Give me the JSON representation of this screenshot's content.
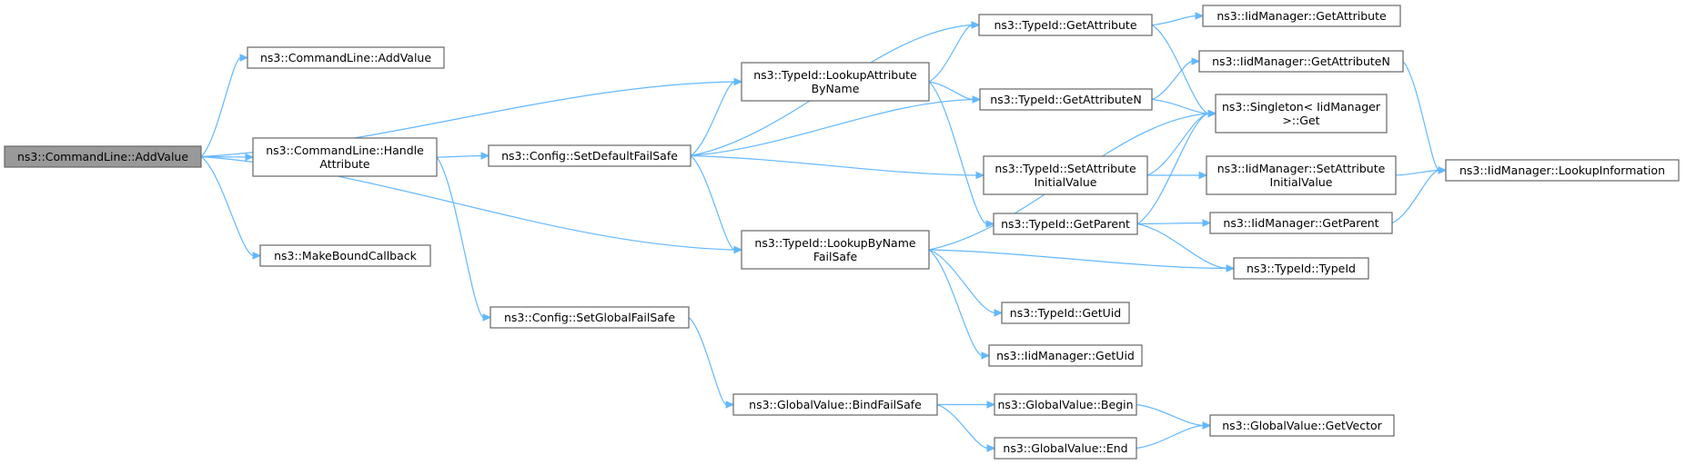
{
  "title": "",
  "colors": {
    "edge": "#63b8ff",
    "node_border": "#666666",
    "root_fill": "#999999",
    "node_fill": "#ffffff"
  },
  "nodes": {
    "root": {
      "lines": [
        "ns3::CommandLine::AddValue"
      ]
    },
    "cl_addvalue2": {
      "lines": [
        "ns3::CommandLine::AddValue"
      ]
    },
    "cl_handle": {
      "lines": [
        "ns3::CommandLine::Handle",
        "Attribute"
      ]
    },
    "makebound": {
      "lines": [
        "ns3::MakeBoundCallback"
      ]
    },
    "setdefault": {
      "lines": [
        "ns3::Config::SetDefaultFailSafe"
      ]
    },
    "setglobal": {
      "lines": [
        "ns3::Config::SetGlobalFailSafe"
      ]
    },
    "lookupattr": {
      "lines": [
        "ns3::TypeId::LookupAttribute",
        "ByName"
      ]
    },
    "lookupbyname": {
      "lines": [
        "ns3::TypeId::LookupByName",
        "FailSafe"
      ]
    },
    "bindfailsafe": {
      "lines": [
        "ns3::GlobalValue::BindFailSafe"
      ]
    },
    "getattr": {
      "lines": [
        "ns3::TypeId::GetAttribute"
      ]
    },
    "getattrn": {
      "lines": [
        "ns3::TypeId::GetAttributeN"
      ]
    },
    "setattrinit": {
      "lines": [
        "ns3::TypeId::SetAttribute",
        "InitialValue"
      ]
    },
    "getparent": {
      "lines": [
        "ns3::TypeId::GetParent"
      ]
    },
    "getuid": {
      "lines": [
        "ns3::TypeId::GetUid"
      ]
    },
    "iid_getuid": {
      "lines": [
        "ns3::IidManager::GetUid"
      ]
    },
    "gv_begin": {
      "lines": [
        "ns3::GlobalValue::Begin"
      ]
    },
    "gv_end": {
      "lines": [
        "ns3::GlobalValue::End"
      ]
    },
    "iid_getattr": {
      "lines": [
        "ns3::IidManager::GetAttribute"
      ]
    },
    "iid_getattrn": {
      "lines": [
        "ns3::IidManager::GetAttributeN"
      ]
    },
    "singleton": {
      "lines": [
        "ns3::Singleton< IidManager",
        " >::Get"
      ]
    },
    "iid_setattr": {
      "lines": [
        "ns3::IidManager::SetAttribute",
        "InitialValue"
      ]
    },
    "iid_getparent": {
      "lines": [
        "ns3::IidManager::GetParent"
      ]
    },
    "typeid_typeid": {
      "lines": [
        "ns3::TypeId::TypeId"
      ]
    },
    "gv_getvector": {
      "lines": [
        "ns3::GlobalValue::GetVector"
      ]
    },
    "iid_lookup": {
      "lines": [
        "ns3::IidManager::LookupInformation"
      ]
    }
  },
  "edges": [
    [
      "root",
      "cl_addvalue2"
    ],
    [
      "root",
      "cl_handle"
    ],
    [
      "root",
      "lookupattr"
    ],
    [
      "root",
      "lookupbyname"
    ],
    [
      "root",
      "makebound"
    ],
    [
      "cl_handle",
      "setdefault"
    ],
    [
      "cl_handle",
      "setglobal"
    ],
    [
      "setdefault",
      "getattr"
    ],
    [
      "setdefault",
      "lookupattr"
    ],
    [
      "setdefault",
      "getattrn"
    ],
    [
      "setdefault",
      "setattrinit"
    ],
    [
      "setdefault",
      "lookupbyname"
    ],
    [
      "setglobal",
      "bindfailsafe"
    ],
    [
      "lookupattr",
      "getattr"
    ],
    [
      "lookupattr",
      "getattrn"
    ],
    [
      "lookupattr",
      "getparent"
    ],
    [
      "lookupbyname",
      "singleton"
    ],
    [
      "lookupbyname",
      "typeid_typeid"
    ],
    [
      "lookupbyname",
      "getuid"
    ],
    [
      "lookupbyname",
      "iid_getuid"
    ],
    [
      "bindfailsafe",
      "gv_begin"
    ],
    [
      "bindfailsafe",
      "gv_end"
    ],
    [
      "getattr",
      "iid_getattr"
    ],
    [
      "getattr",
      "singleton"
    ],
    [
      "getattrn",
      "iid_getattrn"
    ],
    [
      "getattrn",
      "singleton"
    ],
    [
      "setattrinit",
      "singleton"
    ],
    [
      "setattrinit",
      "iid_setattr"
    ],
    [
      "getparent",
      "singleton"
    ],
    [
      "getparent",
      "iid_getparent"
    ],
    [
      "getparent",
      "typeid_typeid"
    ],
    [
      "gv_begin",
      "gv_getvector"
    ],
    [
      "gv_end",
      "gv_getvector"
    ],
    [
      "iid_getattrn",
      "iid_lookup"
    ],
    [
      "iid_setattr",
      "iid_lookup"
    ],
    [
      "iid_getparent",
      "iid_lookup"
    ]
  ]
}
